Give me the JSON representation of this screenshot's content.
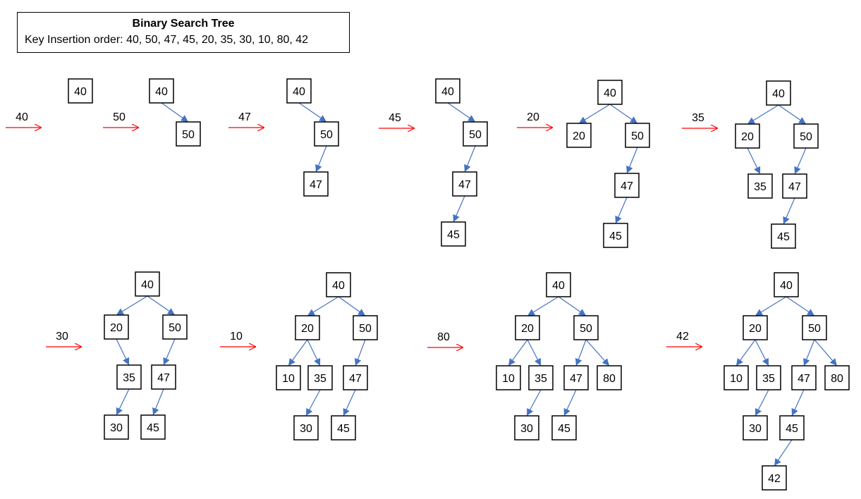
{
  "header": {
    "title": "Binary Search Tree",
    "subtitle": "Key Insertion order:  40,  50, 47, 45, 20, 35, 30, 10, 80, 42"
  },
  "colors": {
    "insert_arrow": "#ff0000",
    "edge": "#4472c4",
    "node_border": "#000000"
  },
  "steps": [
    {
      "key": "40",
      "nodes": [
        [
          "40",
          null
        ]
      ]
    },
    {
      "key": "50",
      "nodes": [
        [
          "40",
          null
        ],
        [
          "50",
          0
        ]
      ]
    },
    {
      "key": "47",
      "nodes": [
        [
          "40",
          null
        ],
        [
          "50",
          0
        ],
        [
          "47",
          1
        ]
      ]
    },
    {
      "key": "45",
      "nodes": [
        [
          "40",
          null
        ],
        [
          "50",
          0
        ],
        [
          "47",
          1
        ],
        [
          "45",
          2
        ]
      ]
    },
    {
      "key": "20",
      "nodes": [
        [
          "40",
          null
        ],
        [
          "20",
          0
        ],
        [
          "50",
          0
        ],
        [
          "47",
          2
        ],
        [
          "45",
          3
        ]
      ]
    },
    {
      "key": "35",
      "nodes": [
        [
          "40",
          null
        ],
        [
          "20",
          0
        ],
        [
          "50",
          0
        ],
        [
          "35",
          1
        ],
        [
          "47",
          2
        ],
        [
          "45",
          4
        ]
      ]
    },
    {
      "key": "30",
      "nodes": [
        [
          "40",
          null
        ],
        [
          "20",
          0
        ],
        [
          "50",
          0
        ],
        [
          "35",
          1
        ],
        [
          "47",
          2
        ],
        [
          "30",
          3
        ],
        [
          "45",
          4
        ]
      ]
    },
    {
      "key": "10",
      "nodes": [
        [
          "40",
          null
        ],
        [
          "20",
          0
        ],
        [
          "50",
          0
        ],
        [
          "10",
          1
        ],
        [
          "35",
          1
        ],
        [
          "47",
          2
        ],
        [
          "30",
          4
        ],
        [
          "45",
          5
        ]
      ]
    },
    {
      "key": "80",
      "nodes": [
        [
          "40",
          null
        ],
        [
          "20",
          0
        ],
        [
          "50",
          0
        ],
        [
          "10",
          1
        ],
        [
          "35",
          1
        ],
        [
          "47",
          2
        ],
        [
          "80",
          2
        ],
        [
          "30",
          4
        ],
        [
          "45",
          5
        ]
      ]
    },
    {
      "key": "42",
      "nodes": [
        [
          "40",
          null
        ],
        [
          "20",
          0
        ],
        [
          "50",
          0
        ],
        [
          "10",
          1
        ],
        [
          "35",
          1
        ],
        [
          "47",
          2
        ],
        [
          "80",
          2
        ],
        [
          "30",
          4
        ],
        [
          "45",
          5
        ],
        [
          "42",
          8
        ]
      ]
    }
  ]
}
